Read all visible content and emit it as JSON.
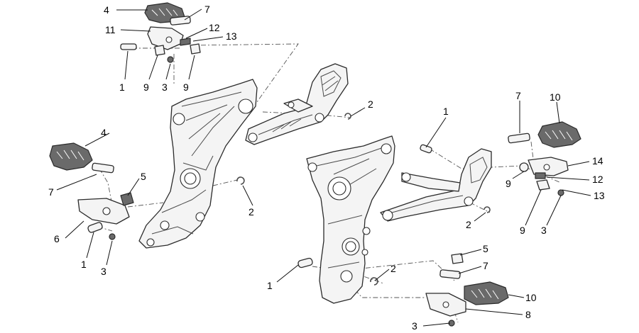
{
  "callouts": {
    "c1": "4",
    "c2": "7",
    "c3": "11",
    "c4": "12",
    "c5": "13",
    "c6": "1",
    "c7": "9",
    "c8": "3",
    "c9": "9",
    "c10": "2",
    "c11": "4",
    "c12": "7",
    "c13": "5",
    "c14": "2",
    "c15": "6",
    "c16": "1",
    "c17": "3",
    "c18": "1",
    "c19": "7",
    "c20": "10",
    "c21": "14",
    "c22": "9",
    "c23": "12",
    "c24": "13",
    "c25": "9",
    "c26": "3",
    "c27": "2",
    "c28": "5",
    "c29": "7",
    "c30": "2",
    "c31": "1",
    "c32": "10",
    "c33": "8",
    "c34": "3"
  }
}
